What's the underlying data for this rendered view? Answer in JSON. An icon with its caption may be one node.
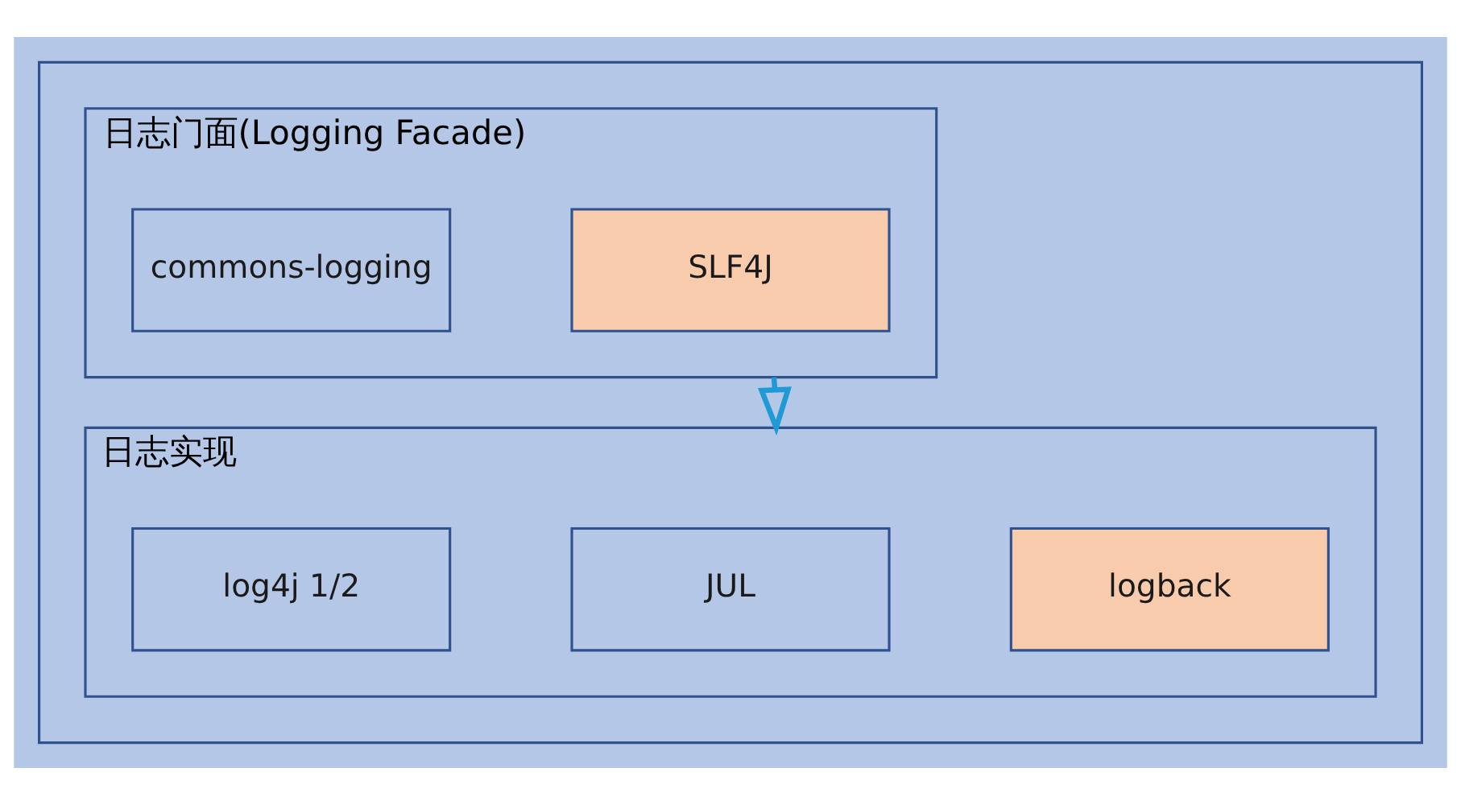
{
  "diagram": {
    "nodes": [
      {
        "text": [],
        "shape": "box"
      },
      {
        "text": [
          "日志门面(Logging Facade)"
        ],
        "in": 0
      },
      {
        "text": [
          "commons-logging"
        ],
        "in": 1
      },
      {
        "text": [
          "SLF4J"
        ],
        "in": 1
      },
      {
        "text": [
          "日志实现"
        ],
        "in": 0
      },
      {
        "text": [
          "log4j 1/2"
        ],
        "in": 4
      },
      {
        "text": [
          "JUL"
        ],
        "in": 4
      },
      {
        "text": [
          "logback"
        ],
        "in": 4
      }
    ],
    "edges": [
      {
        "from": 1,
        "to": 4,
        "arrow": "to",
        "color": "#1f9ad6"
      }
    ]
  }
}
